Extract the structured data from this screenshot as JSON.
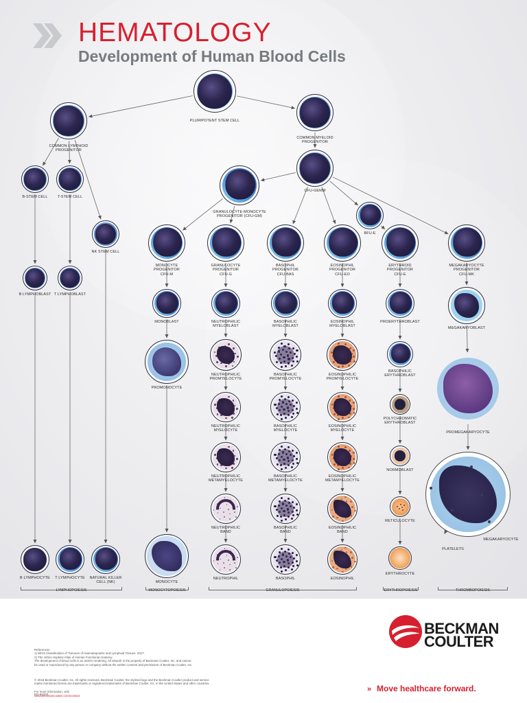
{
  "header": {
    "title": "HEMATOLOGY",
    "subtitle": "Development of Human Blood Cells"
  },
  "cells": [
    {
      "id": "pluripotent",
      "label": "PLURIPOTENT STEM CELL",
      "style": "blast"
    },
    {
      "id": "clp",
      "label": "COMMON LYMPHOID\nPROGENITOR",
      "style": "blast"
    },
    {
      "id": "cmp",
      "label": "COMMON MYELOID\nPROGENITOR",
      "style": "blast"
    },
    {
      "id": "bstem",
      "label": "B-STEM CELL",
      "style": "blast"
    },
    {
      "id": "tstem",
      "label": "T-STEM CELL",
      "style": "blast"
    },
    {
      "id": "cfugemm",
      "label": "CFU-GEMM",
      "style": "blast"
    },
    {
      "id": "gmp",
      "label": "GRANULOCYTE-MONOCYTE\nPROGENITOR (CFU-GM)",
      "style": "blast_blue"
    },
    {
      "id": "nkstem",
      "label": "NK STEM CELL",
      "style": "blast_small"
    },
    {
      "id": "bfue",
      "label": "BFU-E",
      "style": "blast_blue"
    },
    {
      "id": "monoprog",
      "label": "MONOCYTE\nPROGENITOR\nCFU-M",
      "style": "blast_blue"
    },
    {
      "id": "granprog",
      "label": "GRANULOCYTE\nPROGENITOR\nCFU-G",
      "style": "blast_blue"
    },
    {
      "id": "basoprog",
      "label": "BASOPHIL\nPROGENITOR\nCFU-Bas",
      "style": "blast_blue"
    },
    {
      "id": "eosprog",
      "label": "EOSINOPHIL\nPROGENITOR\nCFU-Eo",
      "style": "blast_blue"
    },
    {
      "id": "eryprog",
      "label": "ERYTHROID\nPROGENITOR\nCFU-E",
      "style": "blast_blue"
    },
    {
      "id": "megprog",
      "label": "MEGAKARYOCYTE\nPROGENITOR\nCFU-MK",
      "style": "blast_blue"
    },
    {
      "id": "blymphoblast",
      "label": "B LYMPHOBLAST",
      "style": "blast"
    },
    {
      "id": "tlymphoblast",
      "label": "T LYMPHOBLAST",
      "style": "blast"
    },
    {
      "id": "monoblast",
      "label": "MONOBLAST",
      "style": "blast_blue"
    },
    {
      "id": "neutmyeloblast",
      "label": "NEUTROPHILIC\nMYELOBLAST",
      "style": "blast_blue"
    },
    {
      "id": "basomyeloblast",
      "label": "BASOPHILIC\nMYELOBLAST",
      "style": "blast_blue"
    },
    {
      "id": "eosmyeloblast",
      "label": "EOSINOPHIL\nMYELOBLAST",
      "style": "blast_blue"
    },
    {
      "id": "proerythroblast",
      "label": "PROERYTHROBLAST",
      "style": "blast_blue"
    },
    {
      "id": "megakaryoblast",
      "label": "MEGAKARYOBLAST",
      "style": "megakaryoblast"
    },
    {
      "id": "promonocyte",
      "label": "PROMONOCYTE",
      "style": "promonocyte"
    },
    {
      "id": "neutpromyelocyte",
      "label": "NEUTROPHILIC\nPROMYELOCYTE",
      "style": "neut_granular"
    },
    {
      "id": "basopromyelocyte",
      "label": "BASOPHILIC\nPROMYELOCYTE",
      "style": "baso_granular"
    },
    {
      "id": "eospromyelocyte",
      "label": "EOSINOPHILIC\nPROMYELOCYTE",
      "style": "eos_granular"
    },
    {
      "id": "basoerythroblast",
      "label": "BASOPHILIC\nERYTHROBLAST",
      "style": "blast_blue"
    },
    {
      "id": "promegakaryocyte",
      "label": "PROMEGAKARYOCYTE",
      "style": "promegakaryocyte"
    },
    {
      "id": "neutmyelocyte",
      "label": "NEUTROPHILIC\nMYELOCYTE",
      "style": "neut_granular"
    },
    {
      "id": "basomyelocyte",
      "label": "BASOPHILIC\nMYELOCYTE",
      "style": "baso_granular"
    },
    {
      "id": "eosmyelocyte",
      "label": "EOSINOPHILIC\nMYELOCYTE",
      "style": "eos_granular"
    },
    {
      "id": "polyerythroblast",
      "label": "POLYCHROMATIC\nERYTHROBLAST",
      "style": "polychromatic"
    },
    {
      "id": "normoblast",
      "label": "NORMOBLAST",
      "style": "normoblast"
    },
    {
      "id": "neutmetamyelocyte",
      "label": "NEUTROPHILIC\nMETAMYELOCYTE",
      "style": "neut_granular"
    },
    {
      "id": "basometamyelocyte",
      "label": "BASOPHILIC\nMETAMYELOCYTE",
      "style": "baso_granular"
    },
    {
      "id": "eosmetamyelocyte",
      "label": "EOSINOPHILIC\nMETAMYELOCYTE",
      "style": "eos_granular"
    },
    {
      "id": "megakaryocyte",
      "label": "MEGAKARYOCYTE",
      "style": "megakaryocyte"
    },
    {
      "id": "neutband",
      "label": "NEUTROPHILIC\nBAND",
      "style": "neut_band"
    },
    {
      "id": "basoband",
      "label": "BASOPHILIC\nBAND",
      "style": "baso_granular"
    },
    {
      "id": "eosband",
      "label": "EOSINOPHILIC\nBAND",
      "style": "eos_band"
    },
    {
      "id": "reticulocyte",
      "label": "RETICULOCYTE",
      "style": "reticulocyte"
    },
    {
      "id": "platelets",
      "label": "PLATELETS",
      "style": "platelets"
    },
    {
      "id": "blymphocyte",
      "label": "B LYMPHOCYTE",
      "style": "blast"
    },
    {
      "id": "tlymphocyte",
      "label": "T LYMPHOCYTE",
      "style": "blast_blue"
    },
    {
      "id": "nkcell",
      "label": "NATURAL KILLER\nCELL (NK)",
      "style": "blast_blue"
    },
    {
      "id": "monocyte",
      "label": "MONOCYTE",
      "style": "monocyte"
    },
    {
      "id": "neutrophil",
      "label": "NEUTROPHIL",
      "style": "neut_band"
    },
    {
      "id": "basophil",
      "label": "BASOPHIL",
      "style": "baso_granular"
    },
    {
      "id": "eosinophil",
      "label": "EOSINOPHIL",
      "style": "eos_band"
    },
    {
      "id": "erythrocyte",
      "label": "ERYTHROCYTE",
      "style": "erythrocyte"
    }
  ],
  "edges": [
    [
      "pluripotent",
      "clp"
    ],
    [
      "pluripotent",
      "cmp"
    ],
    [
      "clp",
      "bstem"
    ],
    [
      "clp",
      "tstem"
    ],
    [
      "clp",
      "nkstem"
    ],
    [
      "cmp",
      "cfugemm"
    ],
    [
      "cfugemm",
      "gmp"
    ],
    [
      "cfugemm",
      "basoprog"
    ],
    [
      "cfugemm",
      "eosprog"
    ],
    [
      "cfugemm",
      "bfue"
    ],
    [
      "cfugemm",
      "megprog"
    ],
    [
      "gmp",
      "monoprog"
    ],
    [
      "gmp",
      "granprog"
    ],
    [
      "bfue",
      "eryprog"
    ],
    [
      "bstem",
      "blymphoblast"
    ],
    [
      "tstem",
      "tlymphoblast"
    ],
    [
      "blymphoblast",
      "blymphocyte"
    ],
    [
      "tlymphoblast",
      "tlymphocyte"
    ],
    [
      "nkstem",
      "nkcell"
    ],
    [
      "monoprog",
      "monoblast"
    ],
    [
      "monoblast",
      "promonocyte"
    ],
    [
      "promonocyte",
      "monocyte"
    ],
    [
      "granprog",
      "neutmyeloblast"
    ],
    [
      "neutmyeloblast",
      "neutpromyelocyte"
    ],
    [
      "neutpromyelocyte",
      "neutmyelocyte"
    ],
    [
      "neutmyelocyte",
      "neutmetamyelocyte"
    ],
    [
      "neutmetamyelocyte",
      "neutband"
    ],
    [
      "neutband",
      "neutrophil"
    ],
    [
      "basoprog",
      "basomyeloblast"
    ],
    [
      "basomyeloblast",
      "basopromyelocyte"
    ],
    [
      "basopromyelocyte",
      "basomyelocyte"
    ],
    [
      "basomyelocyte",
      "basometamyelocyte"
    ],
    [
      "basometamyelocyte",
      "basoband"
    ],
    [
      "basoband",
      "basophil"
    ],
    [
      "eosprog",
      "eosmyeloblast"
    ],
    [
      "eosmyeloblast",
      "eospromyelocyte"
    ],
    [
      "eospromyelocyte",
      "eosmyelocyte"
    ],
    [
      "eosmyelocyte",
      "eosmetamyelocyte"
    ],
    [
      "eosmetamyelocyte",
      "eosband"
    ],
    [
      "eosband",
      "eosinophil"
    ],
    [
      "eryprog",
      "proerythroblast"
    ],
    [
      "proerythroblast",
      "basoerythroblast"
    ],
    [
      "basoerythroblast",
      "polyerythroblast"
    ],
    [
      "polyerythroblast",
      "normoblast"
    ],
    [
      "normoblast",
      "reticulocyte"
    ],
    [
      "reticulocyte",
      "erythrocyte"
    ],
    [
      "megprog",
      "megakaryoblast"
    ],
    [
      "megakaryoblast",
      "promegakaryocyte"
    ],
    [
      "promegakaryocyte",
      "megakaryocyte"
    ],
    [
      "megakaryocyte",
      "platelets"
    ]
  ],
  "groups": [
    {
      "id": "lymphopoiesis",
      "label": "LYMPHOPOIESIS"
    },
    {
      "id": "monocytopoiesis",
      "label": "MONOCYTOPOIESIS"
    },
    {
      "id": "granulopoiesis",
      "label": "GRANULOPOIESIS"
    },
    {
      "id": "erythropoiesis",
      "label": "ERYTHROPOIESIS"
    },
    {
      "id": "thrombopoiesis",
      "label": "THROMBOPOIESIS"
    }
  ],
  "colors": {
    "brand_red": "#d6202f",
    "subtitle_gray": "#777b80",
    "nucleus_dark": "#24203f",
    "cytoplasm_blue": "#4f8fd0",
    "eosinophil_granule": "#c86a3a",
    "erythrocyte": "#e79a56"
  },
  "footer": {
    "references": "References\n1) WHO Classification of Tumours of Haematopoietic and Lymphoid Tissues. 2017.\n2) The Johns Hopkins Atlas of Human Functional Anatomy.\nThe development of blood cells is an artist's rendering. All artwork is the property of Beckman Coulter, Inc. and cannot\nbe used or reproduced by any person or company without the written consent and permission of Beckman Coulter, Inc.",
    "copyright": "© 2018 Beckman Coulter, Inc. All rights reserved. Beckman Coulter, the stylized logo and the Beckman Coulter product and service\nmarks mentioned herein are trademarks or registered trademarks of Beckman Coulter, Inc. in the United States and other countries.",
    "more_info_prefix": "For more information, visit",
    "more_info_link": "www.beckmancoulter.com/contact",
    "code": "PO-84320"
  },
  "brand": {
    "name_line1": "BECKMAN",
    "name_line2": "COULTER",
    "tagline": "Move healthcare forward."
  }
}
